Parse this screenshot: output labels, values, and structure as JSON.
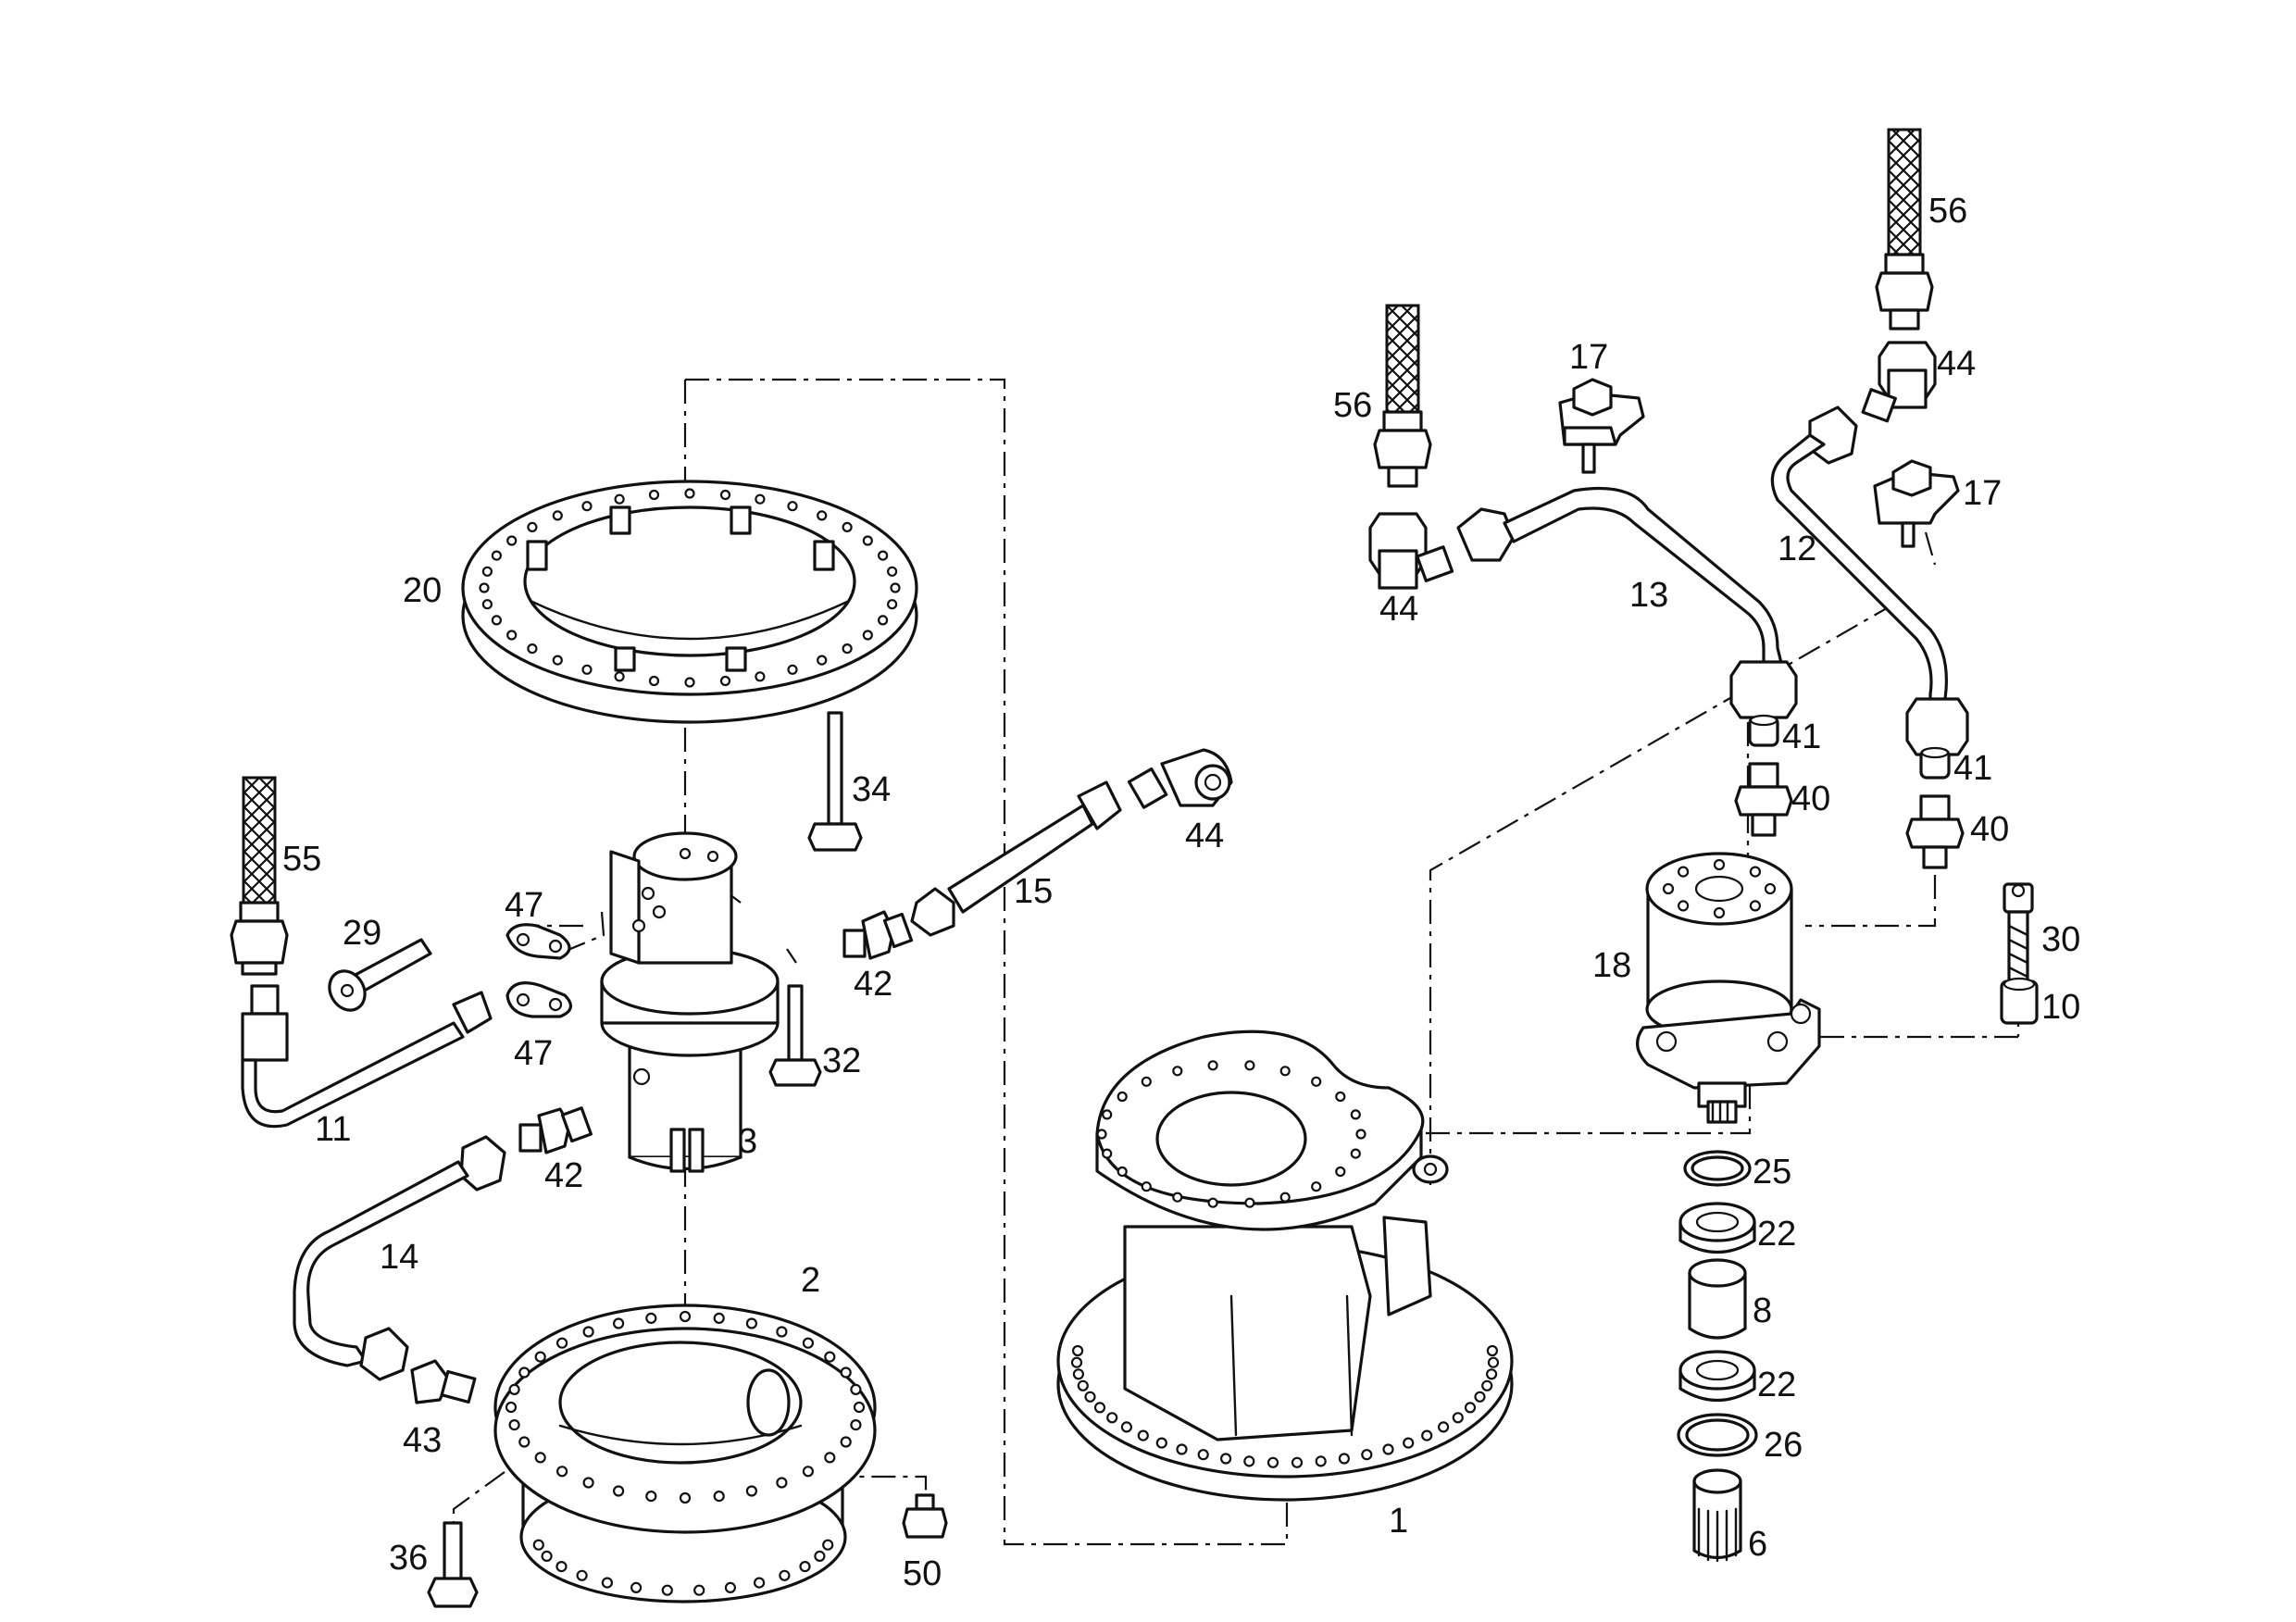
{
  "colors": {
    "line": "#111111",
    "background": "#ffffff"
  },
  "callouts": {
    "c1": "1",
    "c2": "2",
    "c3": "3",
    "c6": "6",
    "c8": "8",
    "c10": "10",
    "c11": "11",
    "c12": "12",
    "c13": "13",
    "c14": "14",
    "c15": "15",
    "c17a": "17",
    "c17b": "17",
    "c18": "18",
    "c20": "20",
    "c22a": "22",
    "c22b": "22",
    "c25": "25",
    "c26": "26",
    "c29": "29",
    "c30": "30",
    "c32": "32",
    "c34": "34",
    "c36": "36",
    "c40a": "40",
    "c40b": "40",
    "c41a": "41",
    "c41b": "41",
    "c42a": "42",
    "c42b": "42",
    "c43": "43",
    "c44a": "44",
    "c44b": "44",
    "c44c": "44",
    "c47a": "47",
    "c47b": "47",
    "c50": "50",
    "c55": "55",
    "c56a": "56",
    "c56b": "56"
  }
}
